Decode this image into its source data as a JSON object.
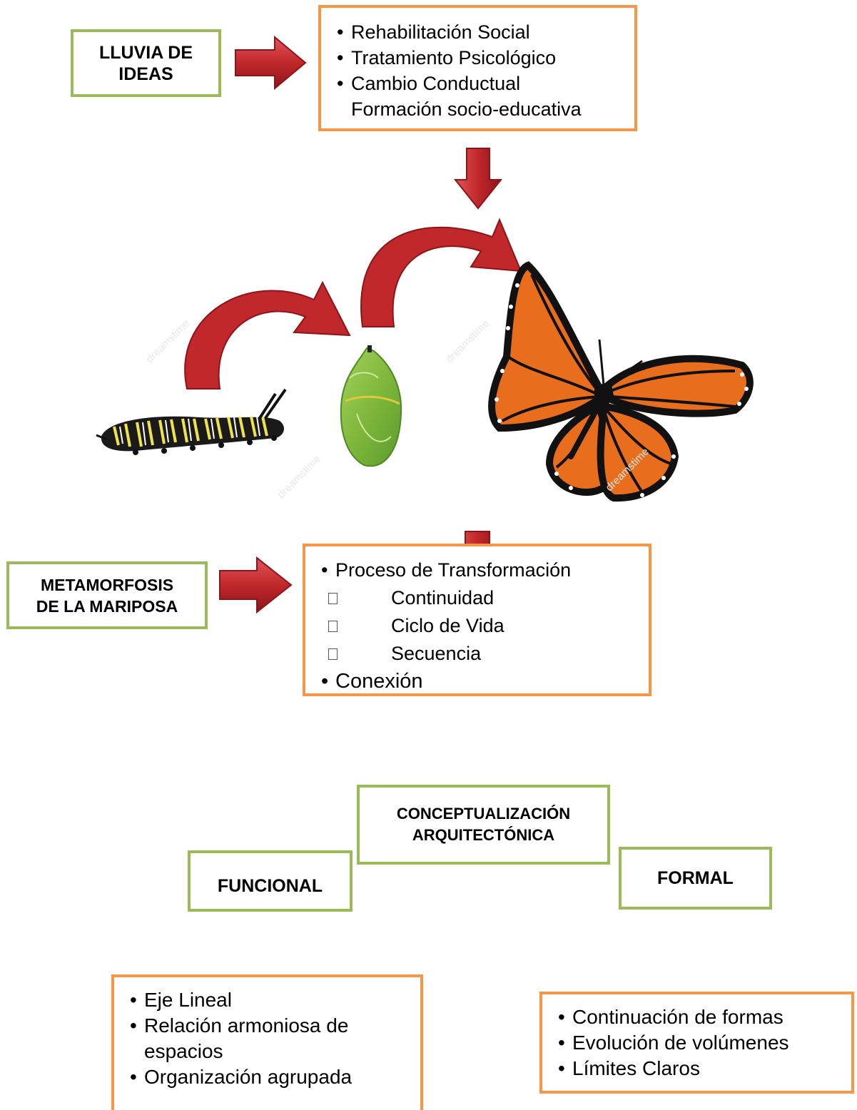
{
  "colors": {
    "green": "#9bbb59",
    "orange": "#f79646",
    "arrow_red": "#c0282b",
    "arrow_dark": "#8e1419"
  },
  "boxes": {
    "brainstorm": {
      "label_line1": "LLUVIA DE",
      "label_line2": "IDEAS"
    },
    "brainstorm_list": {
      "items": [
        "Rehabilitación Social",
        "Tratamiento Psicológico",
        "Cambio Conductual"
      ],
      "continuation": "Formación socio-educativa"
    },
    "metamorphosis": {
      "label_line1": "METAMORFOSIS",
      "label_line2": "DE LA MARIPOSA"
    },
    "metamorphosis_list": {
      "lead": "Proceso de Transformación",
      "sub_items": [
        "Continuidad",
        "Ciclo de Vida",
        "Secuencia"
      ],
      "tail": "Conexión"
    },
    "concept": {
      "label_line1": "CONCEPTUALIZACIÓN",
      "label_line2": "ARQUITECTÓNICA"
    },
    "functional": {
      "label": "FUNCIONAL"
    },
    "formal": {
      "label": "FORMAL"
    },
    "functional_list": {
      "item1": "Eje Lineal",
      "item2_line1": "Relación armoniosa de",
      "item2_line2": "espacios",
      "item3": "Organización agrupada"
    },
    "formal_list": {
      "items": [
        "Continuación de formas",
        "Evolución de volúmenes",
        "Límites Claros"
      ]
    }
  },
  "illustration": {
    "icons": [
      "caterpillar-icon",
      "chrysalis-icon",
      "monarch-butterfly-icon"
    ],
    "watermark": "dreamstime"
  }
}
